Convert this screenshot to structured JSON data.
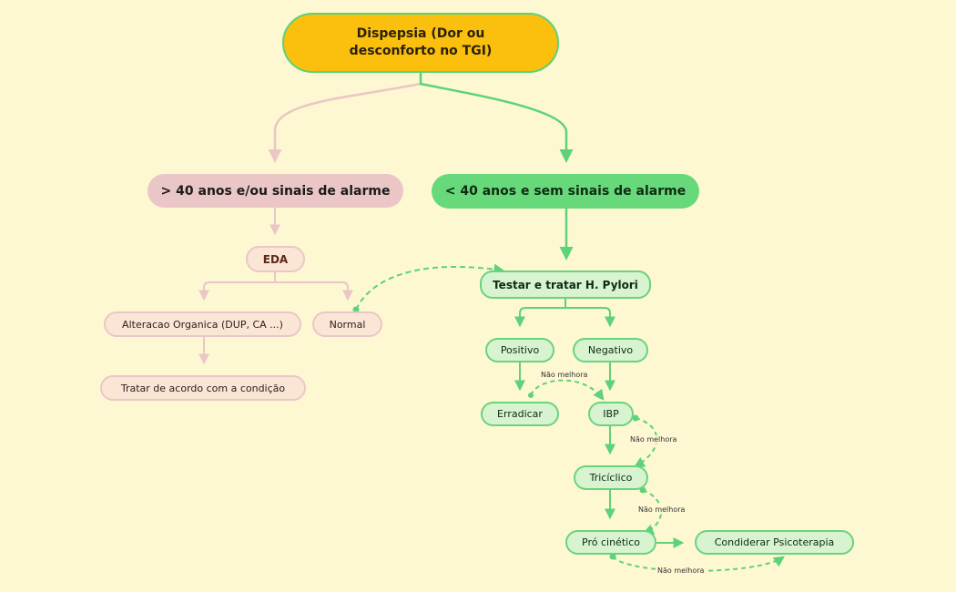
{
  "nodes": {
    "root": "Dispepsia (Dor ou desconforto no TGI)",
    "over40": "> 40 anos e/ou sinais de alarme",
    "under40": "< 40 anos e sem sinais de alarme",
    "eda": "EDA",
    "alteracao": "Alteracao Organica (DUP, CA ...)",
    "normal": "Normal",
    "tratar": "Tratar de acordo com a condição",
    "testar": "Testar e tratar H. Pylori",
    "positivo": "Positivo",
    "negativo": "Negativo",
    "erradicar": "Erradicar",
    "ibp": "IBP",
    "triciclico": "Tricíclico",
    "procinetico": "Pró cinético",
    "psicoterapia": "Condiderar Psicoterapia"
  },
  "edge_labels": {
    "pos_to_ibp": "Não melhora",
    "ibp_to_tri": "Não melhora",
    "tri_to_pro": "Não melhora",
    "pro_to_psi": "Não melhora"
  },
  "colors": {
    "background": "#fdf8d2",
    "root_fill": "#fbbf0e",
    "pink_branch": "#ebc6c6",
    "green_branch": "#67d97a",
    "pink_node": "#fbe6d5",
    "green_node": "#d7f3cf"
  }
}
